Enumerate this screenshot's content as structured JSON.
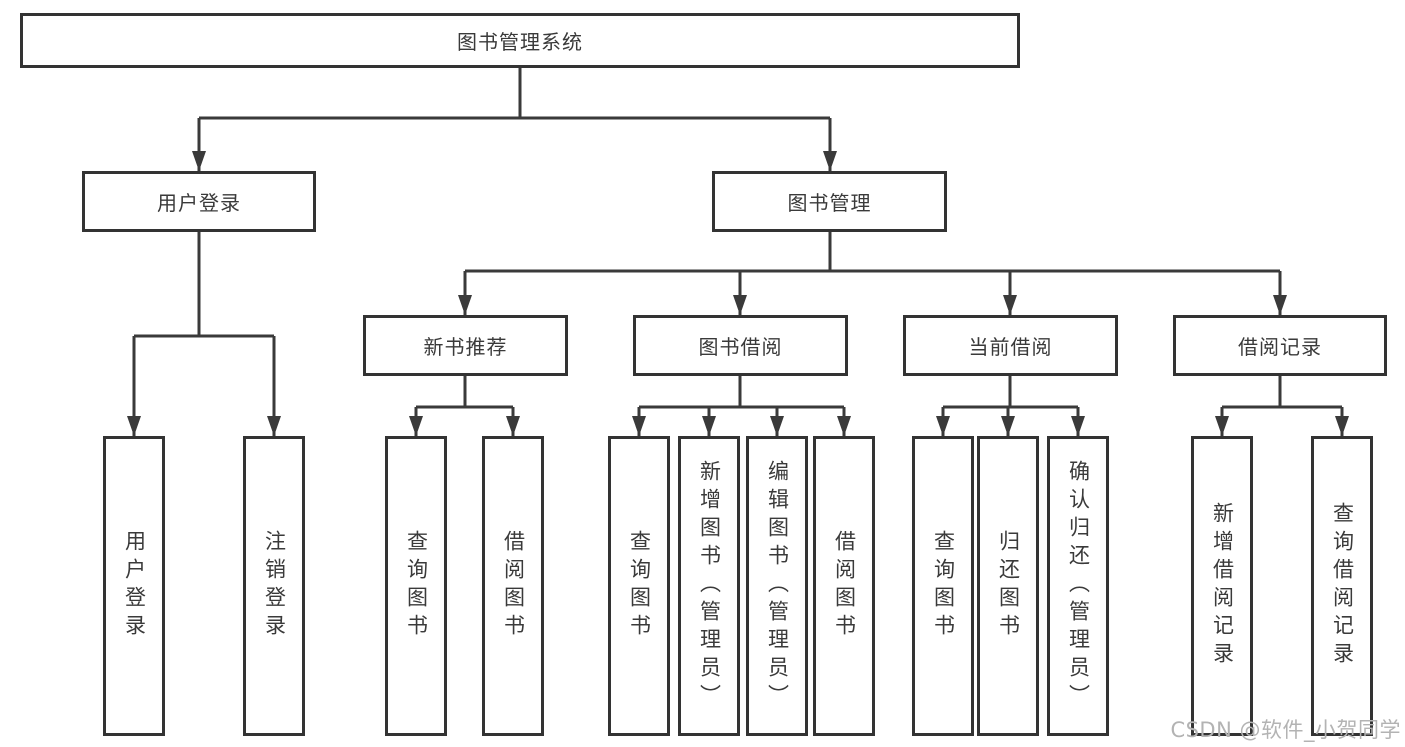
{
  "root": {
    "label": "图书管理系统"
  },
  "branches": [
    {
      "label": "用户登录",
      "children": [
        {
          "label": "用户登录"
        },
        {
          "label": "注销登录"
        }
      ]
    },
    {
      "label": "图书管理",
      "children": [
        {
          "label": "新书推荐",
          "children": [
            {
              "label": "查询图书"
            },
            {
              "label": "借阅图书"
            }
          ]
        },
        {
          "label": "图书借阅",
          "children": [
            {
              "label": "查询图书"
            },
            {
              "label": "新增图书（管理员）"
            },
            {
              "label": "编辑图书（管理员）"
            },
            {
              "label": "借阅图书"
            }
          ]
        },
        {
          "label": "当前借阅",
          "children": [
            {
              "label": "查询图书"
            },
            {
              "label": "归还图书"
            },
            {
              "label": "确认归还（管理员）"
            }
          ]
        },
        {
          "label": "借阅记录",
          "children": [
            {
              "label": "新增借阅记录"
            },
            {
              "label": "查询借阅记录"
            }
          ]
        }
      ]
    }
  ],
  "watermark": {
    "text": "CSDN @软件_小贺同学",
    "color": "#b3b3b3"
  },
  "colors": {
    "line": "#3a3a3a",
    "box_border": "#333333",
    "text": "#3a3a3a",
    "background": "#ffffff"
  }
}
